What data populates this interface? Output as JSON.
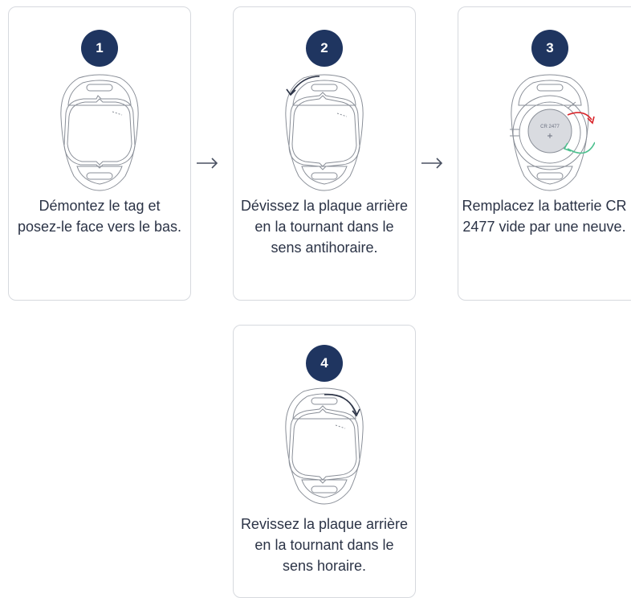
{
  "steps": [
    {
      "number": "1",
      "text": "Démontez le tag et posez-le face vers le bas."
    },
    {
      "number": "2",
      "text": "Dévissez la plaque arrière en la tournant dans le sens antihoraire."
    },
    {
      "number": "3",
      "text": "Remplacez la batterie CR 2477 vide par une neuve."
    },
    {
      "number": "4",
      "text": "Revissez la plaque arrière en la tournant dans le sens horaire."
    }
  ],
  "battery_label": "CR 2477",
  "colors": {
    "badge": "#1f3560",
    "border": "#d6d9de",
    "text": "#2b3346",
    "arrow_remove": "#d9262b",
    "arrow_insert": "#4cc08e",
    "line_art": "#8a8f98"
  },
  "icons": {
    "next_step": "right-arrow-icon",
    "device": "tag-back-icon",
    "rotate_ccw": "rotate-counterclockwise-icon",
    "rotate_cw": "rotate-clockwise-icon"
  }
}
